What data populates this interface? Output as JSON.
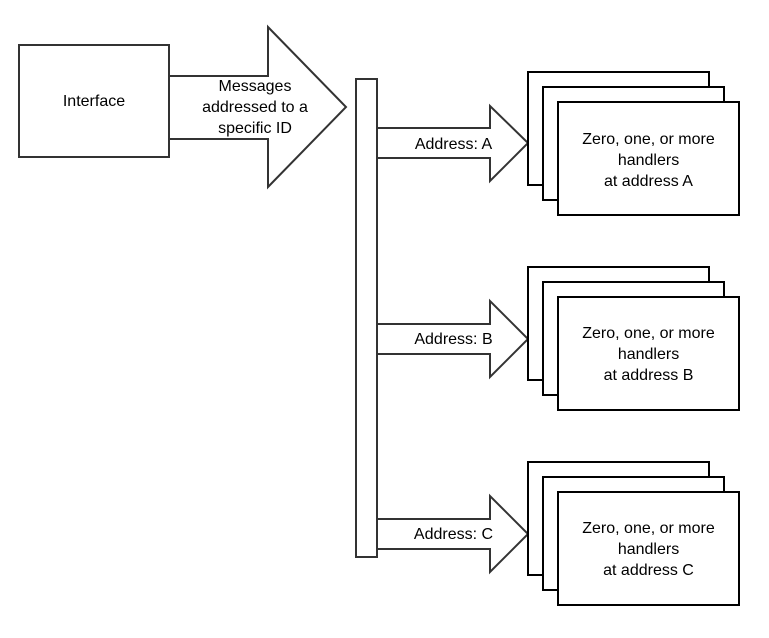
{
  "interface": {
    "label": "Interface"
  },
  "main_arrow": {
    "lines": [
      "Messages",
      "addressed to a",
      "specific ID"
    ]
  },
  "routes": [
    {
      "arrow_label": "Address: A",
      "handler_lines": [
        "Zero, one, or more",
        "handlers",
        "at address A"
      ]
    },
    {
      "arrow_label": "Address: B",
      "handler_lines": [
        "Zero, one, or more",
        "handlers",
        "at address B"
      ]
    },
    {
      "arrow_label": "Address: C",
      "handler_lines": [
        "Zero, one, or more",
        "handlers",
        "at address C"
      ]
    }
  ]
}
